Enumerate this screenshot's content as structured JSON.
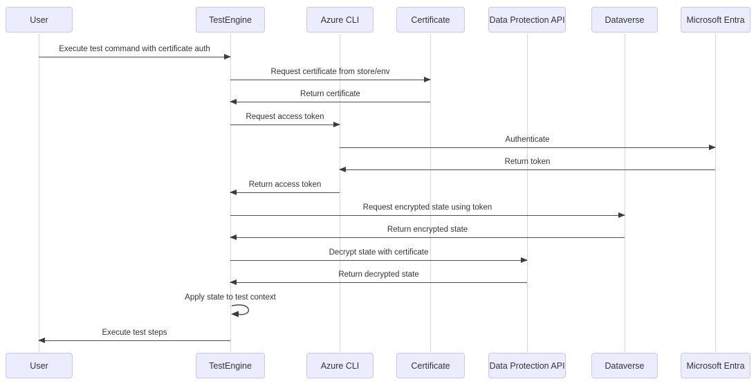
{
  "diagram": {
    "type": "sequence-diagram",
    "actors": [
      {
        "name": "User"
      },
      {
        "name": "TestEngine"
      },
      {
        "name": "Azure CLI"
      },
      {
        "name": "Certificate"
      },
      {
        "name": "Data Protection API"
      },
      {
        "name": "Dataverse"
      },
      {
        "name": "Microsoft Entra"
      }
    ],
    "messages": [
      {
        "from": "User",
        "to": "TestEngine",
        "label": "Execute test command with certificate auth",
        "style": "solid-arrow"
      },
      {
        "from": "TestEngine",
        "to": "Certificate",
        "label": "Request certificate from store/env",
        "style": "solid-arrow"
      },
      {
        "from": "Certificate",
        "to": "TestEngine",
        "label": "Return certificate",
        "style": "solid-arrow"
      },
      {
        "from": "TestEngine",
        "to": "Azure CLI",
        "label": "Request access token",
        "style": "solid-arrow"
      },
      {
        "from": "Azure CLI",
        "to": "Microsoft Entra",
        "label": "Authenticate",
        "style": "solid-arrow"
      },
      {
        "from": "Microsoft Entra",
        "to": "Azure CLI",
        "label": "Return token",
        "style": "solid-arrow"
      },
      {
        "from": "Azure CLI",
        "to": "TestEngine",
        "label": "Return access token",
        "style": "solid-arrow"
      },
      {
        "from": "TestEngine",
        "to": "Dataverse",
        "label": "Request encrypted state using token",
        "style": "solid-arrow"
      },
      {
        "from": "Dataverse",
        "to": "TestEngine",
        "label": "Return encrypted state",
        "style": "solid-arrow"
      },
      {
        "from": "TestEngine",
        "to": "Data Protection API",
        "label": "Decrypt state with certificate",
        "style": "solid-arrow"
      },
      {
        "from": "Data Protection API",
        "to": "TestEngine",
        "label": "Return decrypted state",
        "style": "solid-arrow"
      },
      {
        "from": "TestEngine",
        "to": "TestEngine",
        "label": "Apply state to test context",
        "style": "self-loop"
      },
      {
        "from": "TestEngine",
        "to": "User",
        "label": "Execute test steps",
        "style": "solid-arrow"
      }
    ],
    "colors": {
      "actor_fill": "#ECECFF",
      "actor_border": "#C9C5F0",
      "lifeline": "#D9D3F2",
      "arrow": "#4D4D4D",
      "text": "#333333",
      "background": "#FFFFFF"
    }
  }
}
